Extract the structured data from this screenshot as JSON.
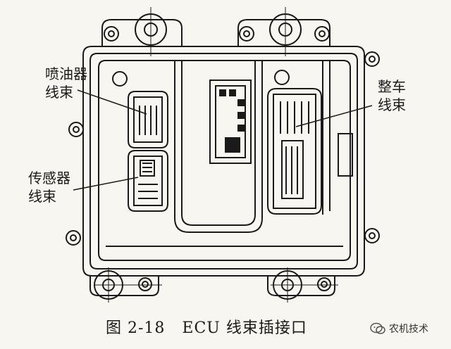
{
  "diagram": {
    "labels": {
      "injector": [
        "喷油器",
        "线束"
      ],
      "sensor": [
        "传感器",
        "线束"
      ],
      "vehicle": [
        "整车",
        "线束"
      ]
    },
    "caption": "图 2-18   ECU 线束插接口",
    "watermark": "农机技术"
  },
  "colors": {
    "ink": "#1a1a1a",
    "background": "#f7f6f1"
  }
}
